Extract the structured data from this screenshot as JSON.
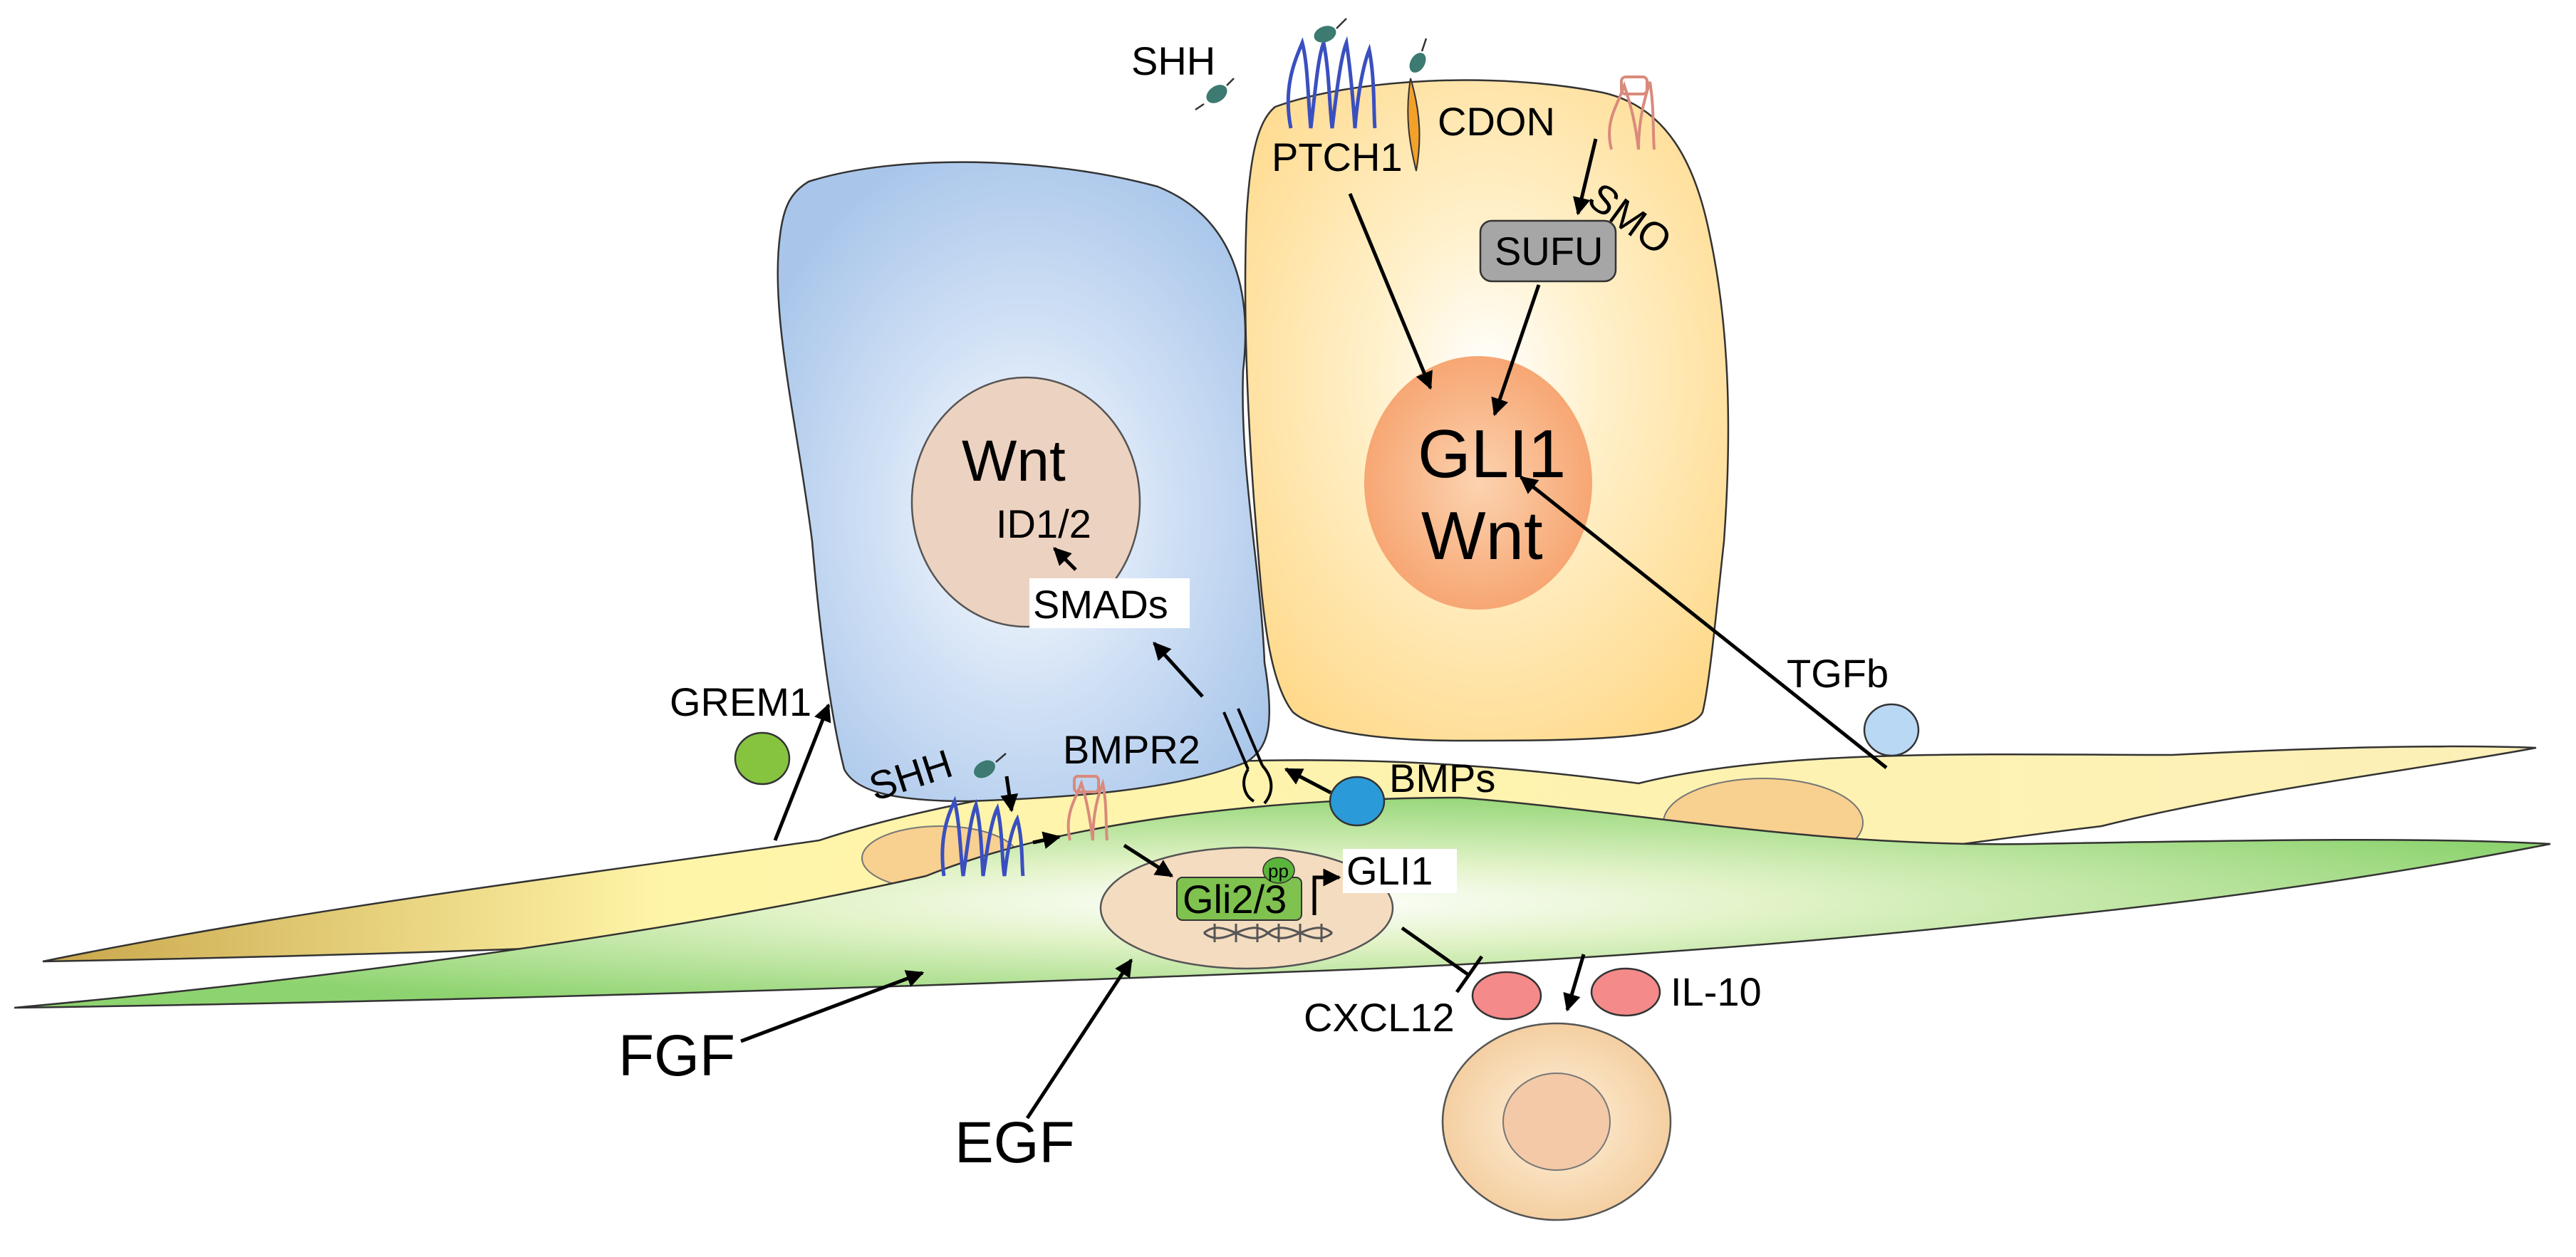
{
  "labels": {
    "shh_top": "SHH",
    "ptch1": "PTCH1",
    "cdon": "CDON",
    "smo": "SMO",
    "sufu": "SUFU",
    "gli1_nucleus": "GLI1",
    "wnt_yellow": "Wnt",
    "wnt_blue": "Wnt",
    "id12": "ID1/2",
    "smads": "SMADs",
    "tgfb": "TGFb",
    "grem1": "GREM1",
    "shh_bottom": "SHH",
    "bmpr2": "BMPR2",
    "bmps": "BMPs",
    "gli23": "Gli2/3",
    "pp": "pp",
    "gli1_target": "GLI1",
    "cxcl12": "CXCL12",
    "il10": "IL-10",
    "fgf": "FGF",
    "egf": "EGF"
  },
  "colors": {
    "blue_cell": "#a9c6ea",
    "yellow_cell": "#ffd98a",
    "stromal_yellow": "#fdf0b8",
    "stromal_green": "#8dd36f",
    "grem1": "#86c440",
    "bmps": "#2b9ad8",
    "tgfb": "#b8d8f4",
    "secreted_red": "#f48a8a",
    "nucleus_orange": "#f6a26d",
    "nucleus_peach": "#ecd2c0",
    "sufu_box": "#a6a6a6",
    "gli23_box": "#7fc24f",
    "ptch1_protein": "#3a4fbf",
    "smo_protein": "#d98a7c",
    "cdon_protein": "#f4a12a",
    "shh_ligand": "#3c7a72"
  }
}
